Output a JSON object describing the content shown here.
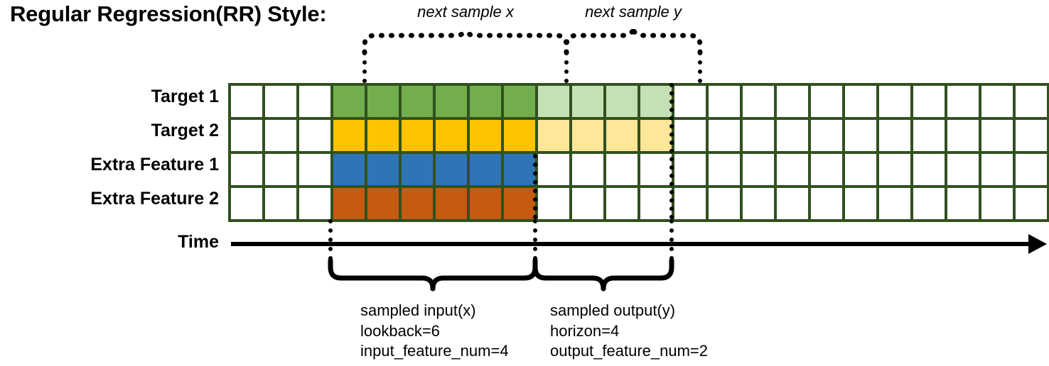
{
  "title": "Regular Regression(RR) Style:",
  "rows": [
    {
      "label": "Target 1",
      "key": "target-1",
      "color": "#72ae4c",
      "light": "#c5e0b4",
      "has_output": true
    },
    {
      "label": "Target 2",
      "key": "target-2",
      "color": "#ffc300",
      "light": "#ffe699",
      "has_output": true
    },
    {
      "label": "Extra Feature 1",
      "key": "extra-feature-1",
      "color": "#2e75b6",
      "light": "#ffffff",
      "has_output": false
    },
    {
      "label": "Extra Feature 2",
      "key": "extra-feature-2",
      "color": "#c55a11",
      "light": "#ffffff",
      "has_output": false
    }
  ],
  "grid": {
    "total_columns": 24,
    "leading_blank_columns": 3,
    "input_columns": 6,
    "output_columns": 4,
    "empty_color": "#ffffff",
    "border_color": "#31511f"
  },
  "time_axis": {
    "label": "Time"
  },
  "top_annotations": [
    {
      "key": "next-sample-x",
      "label": "next sample x"
    },
    {
      "key": "next-sample-y",
      "label": "next sample y"
    }
  ],
  "bottom_annotations": [
    {
      "key": "sampled-input",
      "lines": [
        "sampled input(x)",
        "lookback=6",
        "input_feature_num=4"
      ]
    },
    {
      "key": "sampled-output",
      "lines": [
        "sampled output(y)",
        "horizon=4",
        "output_feature_num=2"
      ]
    }
  ]
}
